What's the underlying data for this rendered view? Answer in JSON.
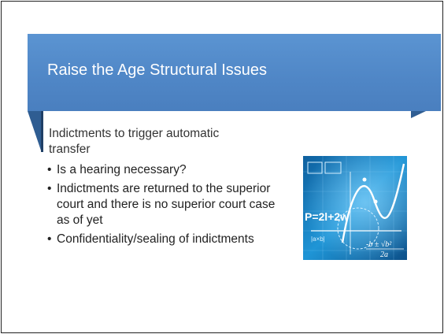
{
  "slide": {
    "title": "Raise the Age Structural Issues",
    "subheading": "Indictments to trigger automatic transfer",
    "bullets": [
      "Is a hearing necessary?",
      "Indictments are returned to the superior court and there is no superior court case as of yet",
      "Confidentiality/sealing of indictments"
    ]
  },
  "image": {
    "formula_main": "P=2l+2w",
    "formula_quadratic": "-b ± √b²",
    "formula_denominator": "2a",
    "formula_abs": "|a×b|"
  },
  "colors": {
    "banner": "#4f86c6",
    "banner_shadow": "#2f5d92",
    "image_bg": "#1f8fd0"
  }
}
